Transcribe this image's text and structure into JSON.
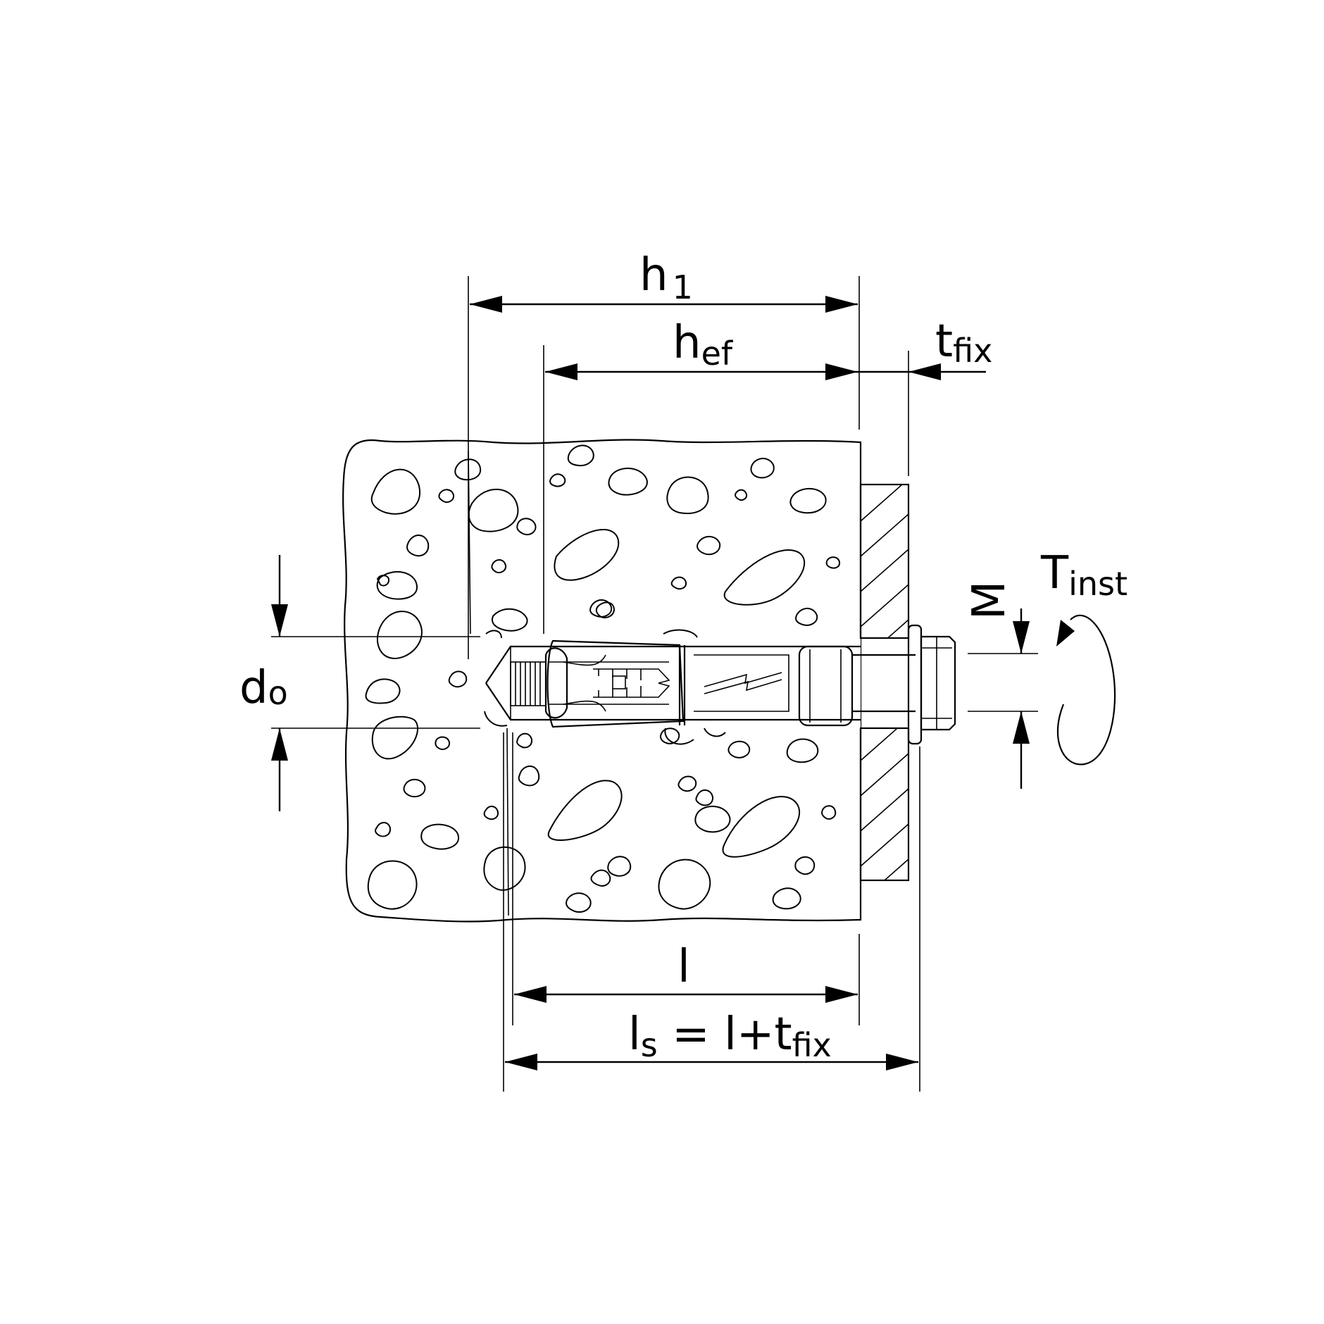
{
  "labels": {
    "h1": {
      "main": "h",
      "sub": "1"
    },
    "hef": {
      "main": "h",
      "sub": "ef"
    },
    "tfix": {
      "main": "t",
      "sub": "fix"
    },
    "d0": {
      "main": "d",
      "sub": "o"
    },
    "M": "M",
    "Tinst": {
      "main": "T",
      "sub": "inst"
    },
    "l": "l",
    "ls": {
      "main": "l",
      "sub": "s",
      "rest_a": " = l+t",
      "rest_sub": "fix"
    }
  }
}
